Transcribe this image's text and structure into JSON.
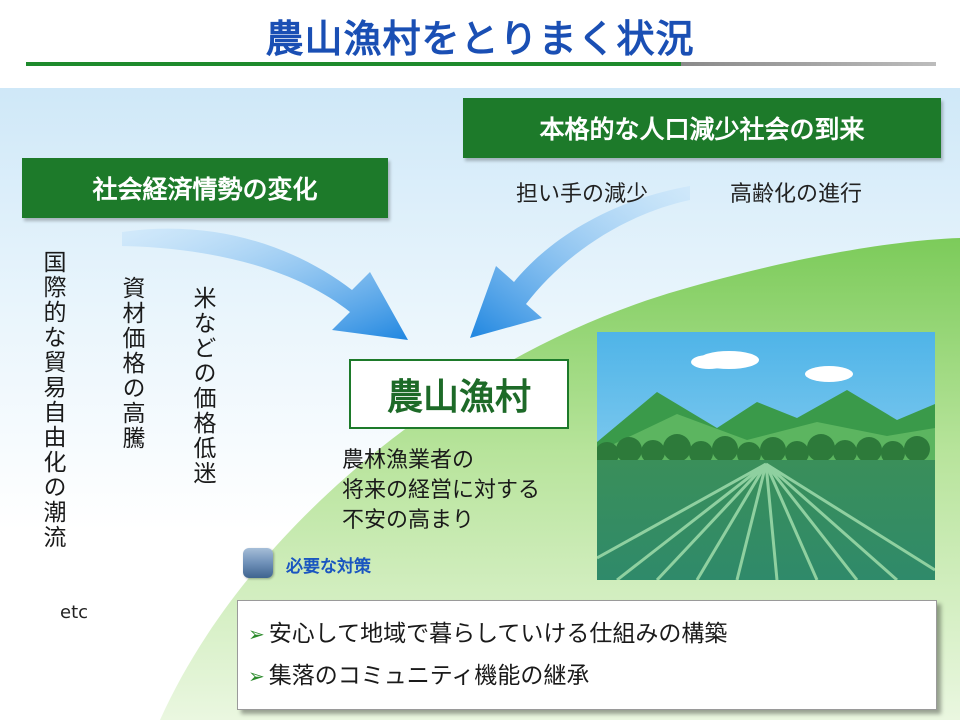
{
  "title": "農山漁村をとりまく状況",
  "colors": {
    "title_blue": "#1a4fb4",
    "banner_green": "#1d7a2a",
    "hill_green": "#8ed36a",
    "arrow_blue": "#2a8de0"
  },
  "banners": {
    "society": "社会経済情勢の変化",
    "population": "本格的な人口減少社会の到来"
  },
  "population_factors": [
    "担い手の減少",
    "高齢化の進行"
  ],
  "society_factors": [
    "国際的な貿易自由化の潮流",
    "資材価格の高騰",
    "米などの価格低迷"
  ],
  "etc": "etc",
  "center": {
    "label": "農山漁村",
    "concern_lines": [
      "農林漁業者の",
      "将来の経営に対する",
      "不安の高まり"
    ]
  },
  "needs": {
    "label": "必要な対策",
    "bullet_glyph": "➢",
    "items": [
      "安心して地域で暮らしていける仕組みの構築",
      "集落のコミュニティ機能の継承"
    ]
  },
  "icons": {
    "bullet": "chevron-right-icon",
    "needs": "rounded-square-icon"
  }
}
